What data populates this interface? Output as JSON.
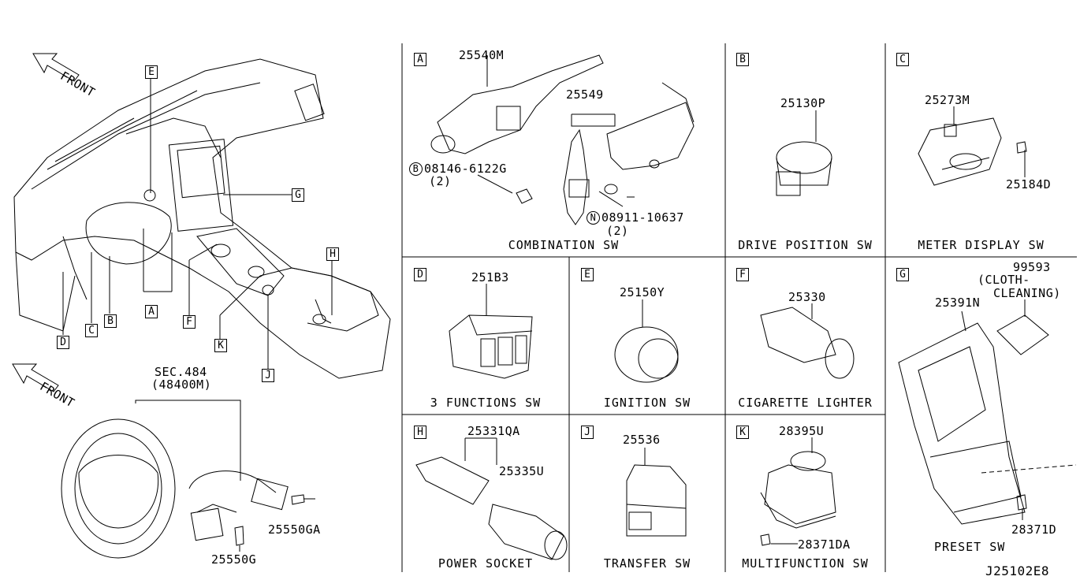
{
  "overview": {
    "front_label_top": "FRONT",
    "front_label_bottom": "FRONT",
    "sec_label": "SEC.484",
    "sec_part": "(48400M)",
    "callouts": [
      "A",
      "B",
      "C",
      "D",
      "E",
      "F",
      "G",
      "H",
      "J",
      "K"
    ],
    "wheel_parts": [
      "25550GA",
      "25550G"
    ]
  },
  "panels": {
    "A": {
      "letter": "A",
      "title": "COMBINATION SW",
      "parts": [
        "25540M",
        "25549"
      ],
      "bolt_b": "08146-6122G",
      "bolt_b_qty": "(2)",
      "nut_n": "08911-10637",
      "nut_n_qty": "(2)",
      "symbol_b": "B",
      "symbol_n": "N"
    },
    "B": {
      "letter": "B",
      "title": "DRIVE POSITION SW",
      "parts": [
        "25130P"
      ]
    },
    "C": {
      "letter": "C",
      "title": "METER DISPLAY SW",
      "parts": [
        "25273M",
        "25184D"
      ]
    },
    "D": {
      "letter": "D",
      "title": "3 FUNCTIONS SW",
      "parts": [
        "251B3"
      ]
    },
    "E": {
      "letter": "E",
      "title": "IGNITION SW",
      "parts": [
        "25150Y"
      ]
    },
    "F": {
      "letter": "F",
      "title": "CIGARETTE LIGHTER",
      "parts": [
        "25330"
      ]
    },
    "G": {
      "letter": "G",
      "title": "PRESET SW",
      "parts": [
        "25391N",
        "99593",
        "(CLOTH-",
        "CLEANING)",
        "28371D"
      ]
    },
    "H": {
      "letter": "H",
      "title": "POWER SOCKET",
      "parts": [
        "25331QA",
        "25335U"
      ]
    },
    "J": {
      "letter": "J",
      "title": "TRANSFER SW",
      "parts": [
        "25536"
      ]
    },
    "K": {
      "letter": "K",
      "title": "MULTIFUNCTION SW",
      "parts": [
        "28395U",
        "28371DA"
      ]
    }
  },
  "diagram_code": "J25102E8"
}
